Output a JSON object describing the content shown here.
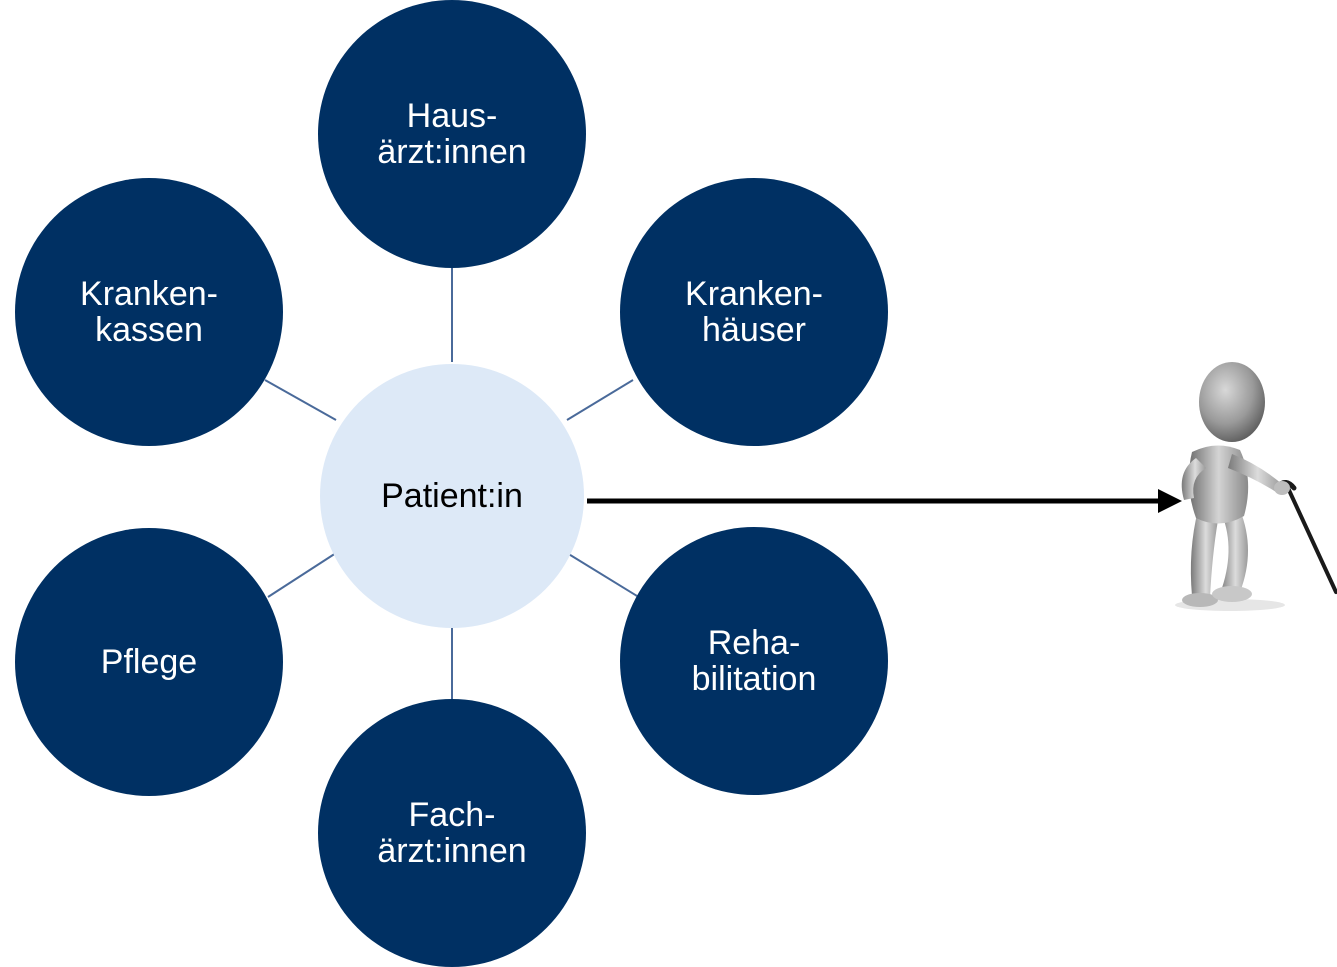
{
  "diagram": {
    "center": {
      "label": "Patient:in"
    },
    "nodes": [
      {
        "id": "hausaerzte",
        "line1": "Haus-",
        "line2": "ärzt:innen"
      },
      {
        "id": "krankenhaeuser",
        "line1": "Kranken-",
        "line2": "häuser"
      },
      {
        "id": "rehabilitation",
        "line1": "Reha-",
        "line2": "bilitation"
      },
      {
        "id": "fachaerzte",
        "line1": "Fach-",
        "line2": "ärzt:innen"
      },
      {
        "id": "pflege",
        "line1": "Pflege",
        "line2": ""
      },
      {
        "id": "krankenkassen",
        "line1": "Kranken-",
        "line2": "kassen"
      }
    ],
    "colors": {
      "outer_fill": "#003063",
      "center_fill": "#dde9f7",
      "connector": "#4a6a9a",
      "arrow": "#000000"
    }
  }
}
